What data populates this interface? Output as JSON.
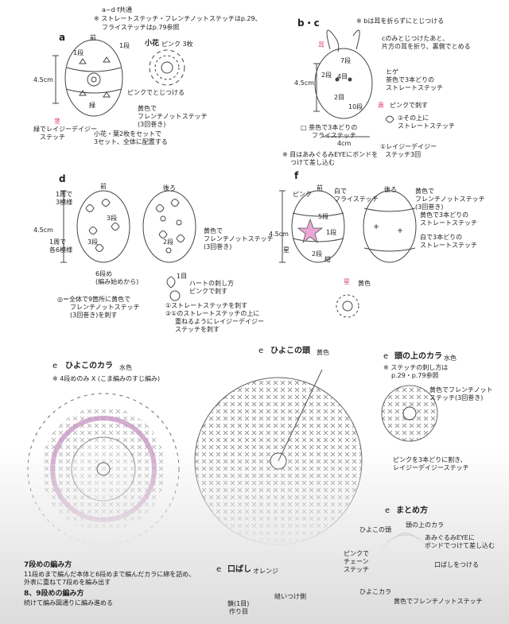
{
  "common": {
    "header": "a~d·f共通",
    "note1": "※ ストレートステッチ・フレンチノットステッチはp.29、",
    "note2": "フライステッチはp.79参照"
  },
  "a": {
    "label": "a",
    "front": "前",
    "dim": "4.5cm",
    "stem_label": "茎",
    "stem_desc1": "緑でレイジーデイジー",
    "stem_desc2": "ステッチ",
    "flower_title": "小花",
    "flower_sub": "ピンク 3枚",
    "pink_attach": "ピンクでとじつける",
    "yellow_knot1": "黄色で",
    "yellow_knot2": "フレンチノットステッチ",
    "yellow_knot3": "(3回巻き)",
    "arrange1": "小花・葉2枚をセットで",
    "arrange2": "3セット、全体に配置する",
    "ring1": "1段",
    "ring2": "1段",
    "ring3": "緑"
  },
  "bc": {
    "label": "b・c",
    "ear_note": "※ bは耳を折らずにとじつける",
    "ear": "耳",
    "ear_desc1": "cのみとじつけたあと、",
    "ear_desc2": "片方の耳を折り、裏側でとめる",
    "rows": [
      "7段",
      "4目",
      "2段",
      "2目",
      "10段"
    ],
    "whisker1": "ヒゲ",
    "whisker2": "茶色で3本どりの",
    "whisker3": "ストレートステッチ",
    "nose": "鼻",
    "nose_desc": "ピンクで刺す",
    "step2a": "②その上に",
    "step2b": "ストレートステッチ",
    "step1a": "①レイジーデイジー",
    "step1b": "ステッチ3回",
    "mouth1": "□ 茶色で3本どりの",
    "mouth2": "フライステッチ",
    "dim_h": "4.5cm",
    "dim_w": "4cm",
    "eye_note1": "※ 目はあみぐるみEYEにボンドを",
    "eye_note2": "つけて差し込む"
  },
  "d": {
    "label": "d",
    "front": "前",
    "back": "後ろ",
    "dim": "4.5cm",
    "r1a": "1周で",
    "r1b": "3模様",
    "r2a": "1周で",
    "r2b": "各6模様",
    "rows": [
      "3段",
      "3段",
      "2段"
    ],
    "start1": "6段め",
    "start2": "(編み始めから)",
    "yellow1": "黄色で",
    "yellow2": "フレンチノットステッチ",
    "yellow3": "(3回巻き)",
    "all1": "◎＝全体で9箇所に黄色で",
    "all2": "フレンチノットステッチ",
    "all3": "(3回巻き)を刺す",
    "heart1": "ハートの刺し方",
    "heart2": "ピンクで刺す",
    "heart_row": "1目",
    "heart_s1": "①ストレートステッチを刺す",
    "heart_s2a": "②①のストレートステッチの上に",
    "heart_s2b": "重ねるようにレイジーデイジー",
    "heart_s2c": "ステッチを刺す"
  },
  "f": {
    "label": "f",
    "front": "前",
    "back": "後ろ",
    "pink": "ピンク",
    "white_fly1": "白で",
    "white_fly2": "フライステッチ",
    "dim": "4.5cm",
    "star_label": "星",
    "rows": [
      "5段",
      "1段",
      "2段",
      "紺"
    ],
    "yk1": "黄色で",
    "yk2": "フレンチノットステッチ",
    "yk3": "(3回巻き)",
    "ys1": "黄色で3本どりの",
    "ys2": "ストレートステッチ",
    "ws1": "白で3本どりの",
    "ws2": "ストレートステッチ",
    "star_title": "星",
    "star_color": "黄色"
  },
  "e_collar": {
    "label": "e",
    "title": "ひよこのカラ",
    "color": "水色",
    "note": "※ 4段めのみ X (こま編みのすじ編み)",
    "row7_title": "7段めの編み方",
    "row7_1": "11段めまで編んだ本体と6段めまで編んだカラに綿を詰め、",
    "row7_2": "外表に重ねて7段めを編み出す",
    "row89_title": "8、9段めの編み方",
    "row89_1": "続けて編み図通りに編み進める"
  },
  "e_head": {
    "label": "e",
    "title": "ひよこの頭",
    "color": "黄色"
  },
  "e_top": {
    "label": "e",
    "title": "頭の上のカラ",
    "color": "水色",
    "note1": "※ ステッチの刺し方は",
    "note2": "p.29・p.79参照",
    "yk1": "黄色でフレンチノット",
    "yk2": "ステッチ(3回巻き)",
    "ps1": "ピンクを3本どりに割き、",
    "ps2": "レイジーデイジーステッチ"
  },
  "e_beak": {
    "label": "e",
    "title": "口ばし",
    "color": "オレンジ",
    "s1": "鎖(1目)",
    "s2": "作り目",
    "side": "縫いつけ側"
  },
  "e_finish": {
    "label": "e",
    "title": "まとめ方",
    "head": "ひよこの頭",
    "top": "頭の上のカラ",
    "eye1": "あみぐるみEYEに",
    "eye2": "ボンドでつけて差し込む",
    "pink1": "ピンクで",
    "pink2": "チェーン",
    "pink3": "ステッチ",
    "beak": "口ばしをつける",
    "collar": "ひよこカラ",
    "yellow": "黄色でフレンチノットステッチ"
  }
}
